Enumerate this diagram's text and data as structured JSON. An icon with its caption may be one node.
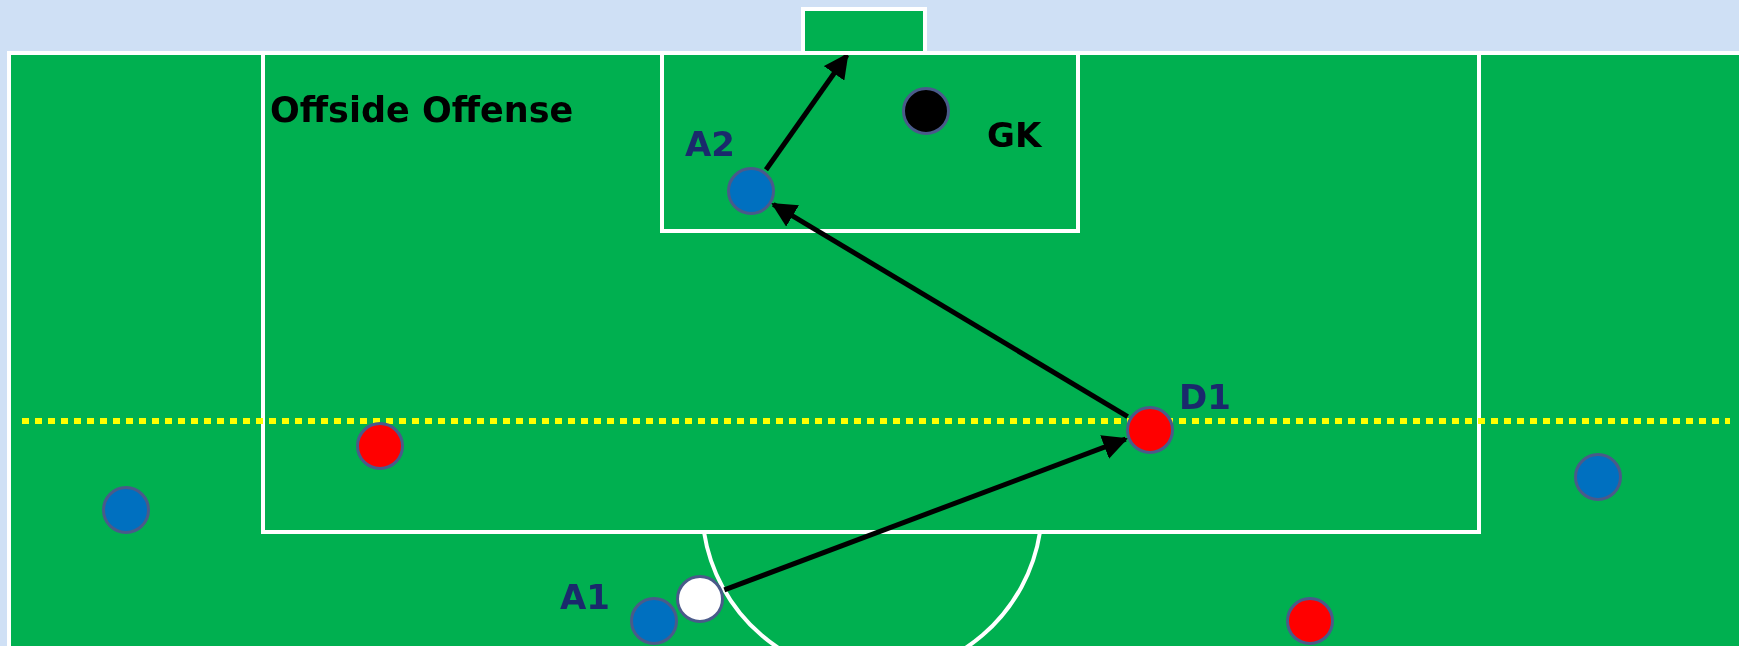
{
  "diagram": {
    "title": "Offside Offense",
    "nodes": [
      {
        "text": [],
        "shape": "box"
      },
      {
        "text": [],
        "shape": "circle",
        "beside": [
          "GK"
        ]
      },
      {
        "text": [],
        "shape": "circle",
        "beside": [
          "A2"
        ]
      },
      {
        "text": [],
        "shape": "circle",
        "beside": [
          "D1"
        ]
      },
      {
        "text": [],
        "shape": "circle"
      },
      {
        "text": [],
        "shape": "circle"
      },
      {
        "text": [],
        "shape": "circle"
      },
      {
        "text": [],
        "shape": "circle"
      },
      {
        "text": [],
        "shape": "circle"
      },
      {
        "text": [],
        "shape": "circle",
        "beside": [
          "A1"
        ]
      }
    ],
    "edges": [
      {
        "from": 8,
        "to": 3,
        "arrow": "to"
      },
      {
        "from": 3,
        "to": 2,
        "arrow": "to"
      },
      {
        "from": 2,
        "to": 0,
        "arrow": "to"
      }
    ]
  }
}
